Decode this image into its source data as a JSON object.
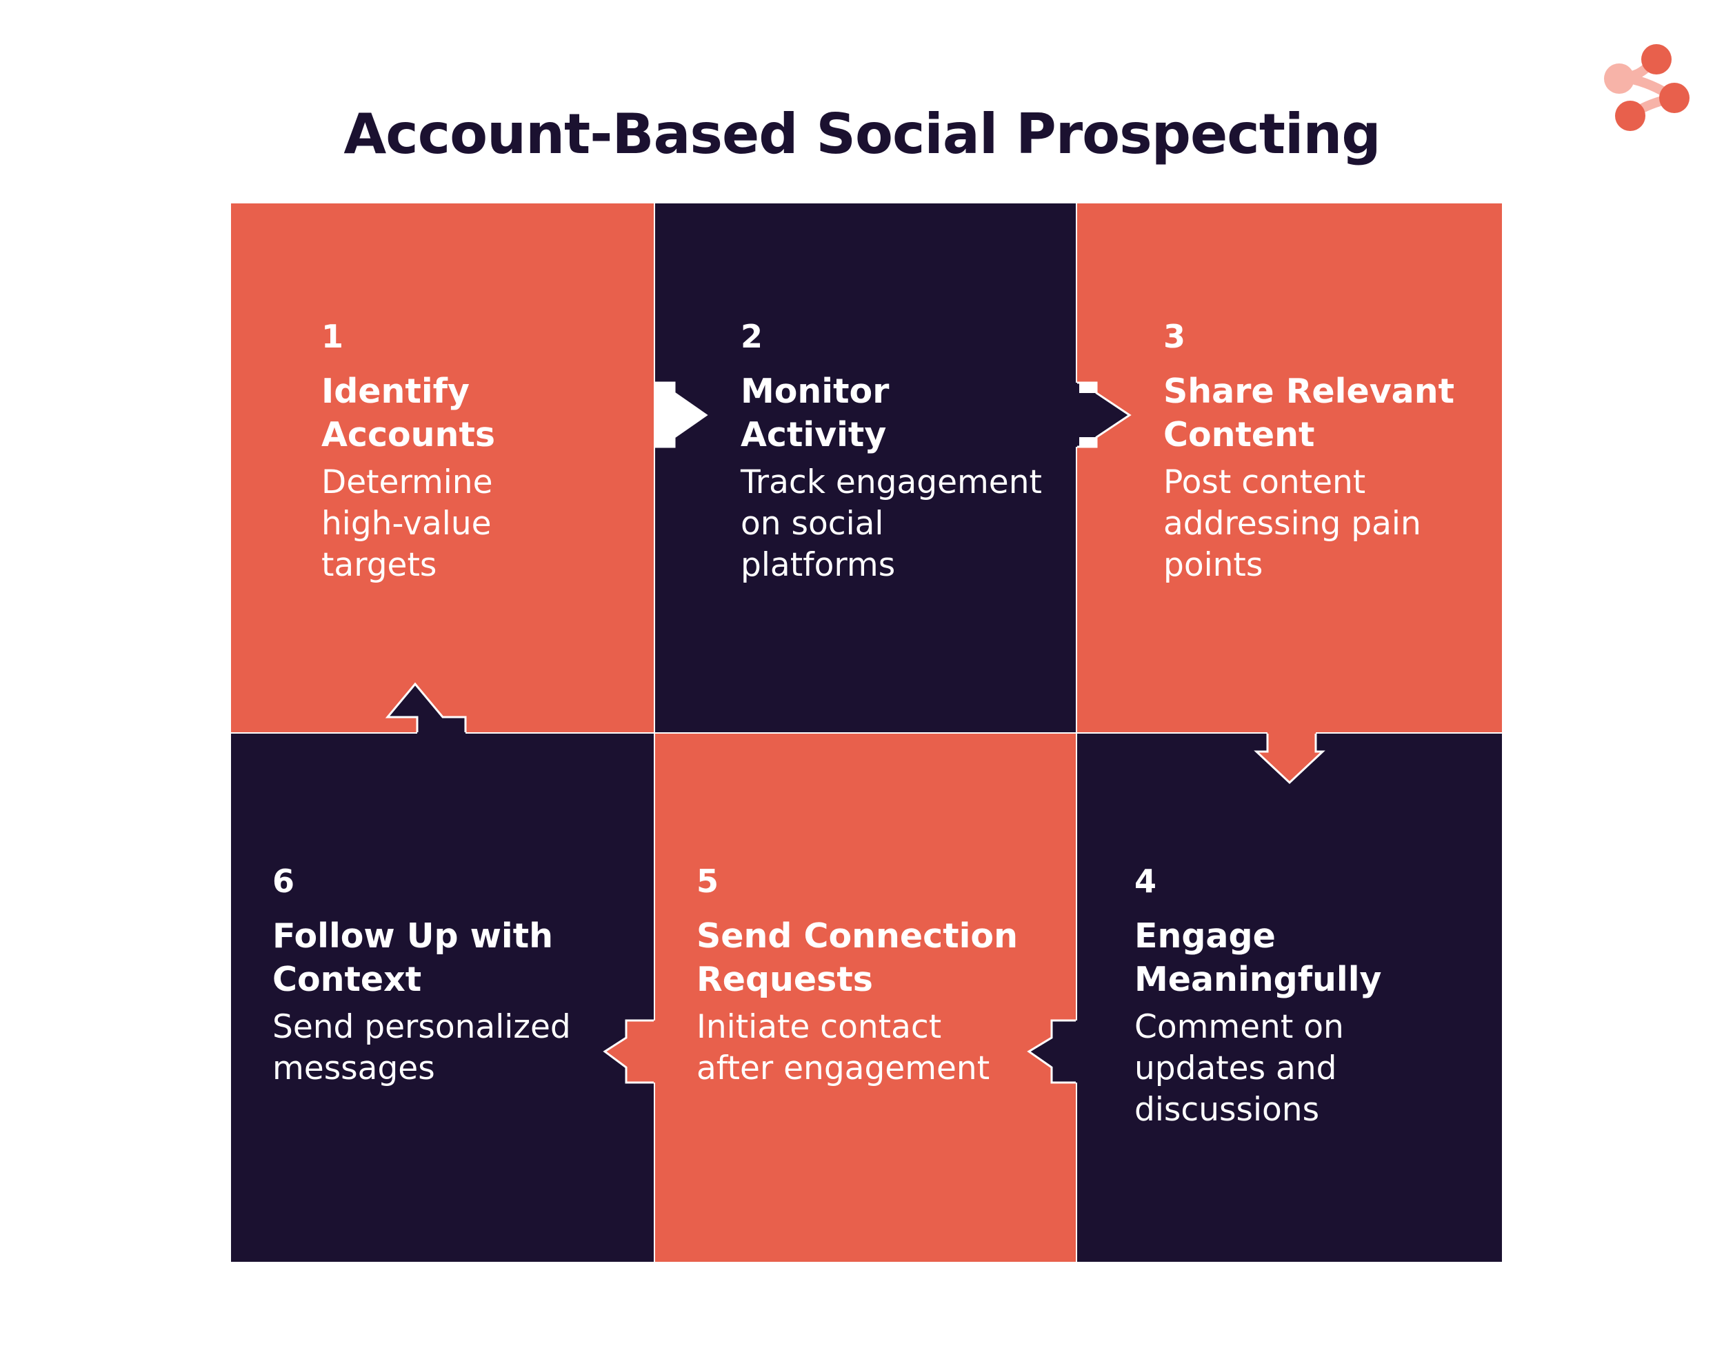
{
  "title": "Account-Based Social Prospecting",
  "logo": {
    "icon": "connected-nodes-logo",
    "colors": [
      "#e8604c",
      "#f7b3a8"
    ]
  },
  "colors": {
    "orange": "#e8604c",
    "navy": "#1b1130",
    "white": "#ffffff"
  },
  "steps": [
    {
      "number": "1",
      "title": "Identify Accounts",
      "description": "Determine high-value targets",
      "color": "orange"
    },
    {
      "number": "2",
      "title": "Monitor Activity",
      "description": "Track engagement on social platforms",
      "color": "navy"
    },
    {
      "number": "3",
      "title": "Share Relevant Content",
      "description": "Post content addressing pain points",
      "color": "orange"
    },
    {
      "number": "4",
      "title": "Engage Meaningfully",
      "description": "Comment on updates and discussions",
      "color": "navy"
    },
    {
      "number": "5",
      "title": "Send Connection Requests",
      "description": "Initiate contact after engagement",
      "color": "orange"
    },
    {
      "number": "6",
      "title": "Follow Up with Context",
      "description": "Send personalized messages",
      "color": "navy"
    }
  ]
}
